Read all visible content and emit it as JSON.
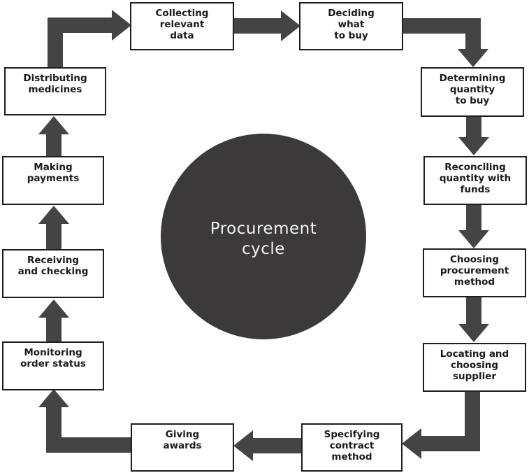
{
  "center": {
    "label": "Procurement\ncycle"
  },
  "steps": [
    {
      "label": "Collecting\nrelevant\ndata"
    },
    {
      "label": "Deciding\nwhat\nto buy"
    },
    {
      "label": "Determining\nquantity\nto buy"
    },
    {
      "label": "Reconciling\nquantity with\nfunds"
    },
    {
      "label": "Choosing\nprocurement\nmethod"
    },
    {
      "label": "Locating and\nchoosing\nsupplier"
    },
    {
      "label": "Specifying\ncontract\nmethod"
    },
    {
      "label": "Giving\nawards"
    },
    {
      "label": "Monitoring\norder status"
    },
    {
      "label": "Receiving\nand checking"
    },
    {
      "label": "Making\npayments"
    },
    {
      "label": "Distributing\nmedicines"
    }
  ],
  "colors": {
    "arrow": "#444444",
    "circle": "#3b3939",
    "box_border": "#1e1e1e",
    "center_text": "#f2f2f2"
  }
}
